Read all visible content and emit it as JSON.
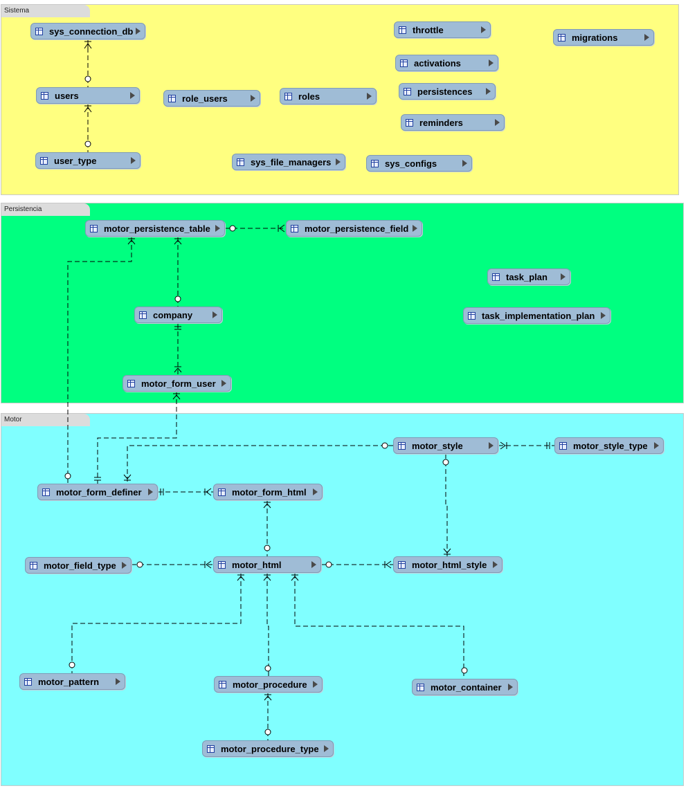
{
  "layers": {
    "sistema": "Sistema",
    "persistencia": "Persistencia",
    "motor": "Motor"
  },
  "tables": {
    "sys_connection_db": "sys_connection_db",
    "users": "users",
    "user_type": "user_type",
    "role_users": "role_users",
    "roles": "roles",
    "sys_file_managers": "sys_file_managers",
    "throttle": "throttle",
    "activations": "activations",
    "persistences": "persistences",
    "reminders": "reminders",
    "sys_configs": "sys_configs",
    "migrations": "migrations",
    "motor_persistence_table": "motor_persistence_table",
    "motor_persistence_field": "motor_persistence_field",
    "company": "company",
    "motor_form_user": "motor_form_user",
    "task_plan": "task_plan",
    "task_implementation_plan": "task_implementation_plan",
    "motor_style": "motor_style",
    "motor_style_type": "motor_style_type",
    "motor_form_definer": "motor_form_definer",
    "motor_form_html": "motor_form_html",
    "motor_field_type": "motor_field_type",
    "motor_html": "motor_html",
    "motor_html_style": "motor_html_style",
    "motor_pattern": "motor_pattern",
    "motor_procedure": "motor_procedure",
    "motor_container": "motor_container",
    "motor_procedure_type": "motor_procedure_type"
  }
}
